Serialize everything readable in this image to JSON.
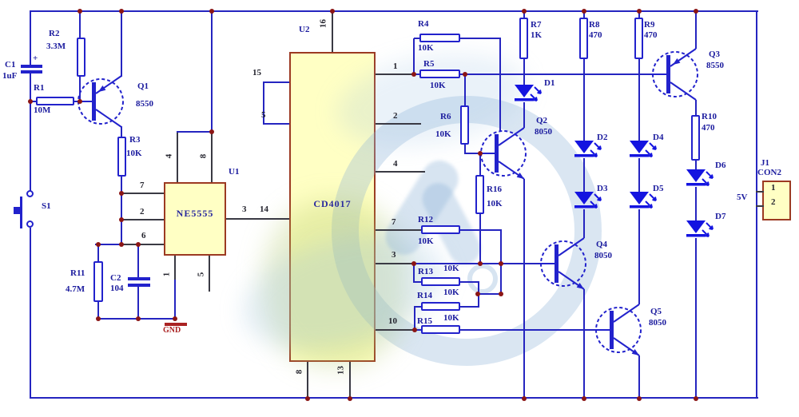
{
  "schematic": {
    "ground_label": "GND",
    "supply_label": "5V"
  },
  "ics": {
    "u1": {
      "ref": "U1",
      "part": "NE5555",
      "pins": {
        "p1": "1",
        "p2": "2",
        "p3": "3",
        "p4": "4",
        "p5": "5",
        "p6": "6",
        "p7": "7",
        "p8": "8"
      }
    },
    "u2": {
      "ref": "U2",
      "part": "CD4017",
      "pins": {
        "p1": "1",
        "p2": "2",
        "p3": "3",
        "p4": "4",
        "p5": "5",
        "p7": "7",
        "p8": "8",
        "p10": "10",
        "p13": "13",
        "p14": "14",
        "p15": "15",
        "p16": "16"
      }
    }
  },
  "resistors": {
    "r1": {
      "ref": "R1",
      "value": "10M"
    },
    "r2": {
      "ref": "R2",
      "value": "3.3M"
    },
    "r3": {
      "ref": "R3",
      "value": "10K"
    },
    "r4": {
      "ref": "R4",
      "value": "10K"
    },
    "r5": {
      "ref": "R5",
      "value": "10K"
    },
    "r6": {
      "ref": "R6",
      "value": "10K"
    },
    "r7": {
      "ref": "R7",
      "value": "1K"
    },
    "r8": {
      "ref": "R8",
      "value": "470"
    },
    "r9": {
      "ref": "R9",
      "value": "470"
    },
    "r10": {
      "ref": "R10",
      "value": "470"
    },
    "r11": {
      "ref": "R11",
      "value": "4.7M"
    },
    "r12": {
      "ref": "R12",
      "value": "10K"
    },
    "r13": {
      "ref": "R13",
      "value": "10K"
    },
    "r14": {
      "ref": "R14",
      "value": "10K"
    },
    "r15": {
      "ref": "R15",
      "value": "10K"
    },
    "r16": {
      "ref": "R16",
      "value": "10K"
    }
  },
  "capacitors": {
    "c1": {
      "ref": "C1",
      "value": "1uF",
      "polarity": "+"
    },
    "c2": {
      "ref": "C2",
      "value": "104"
    }
  },
  "transistors": {
    "q1": {
      "ref": "Q1",
      "value": "8550"
    },
    "q2": {
      "ref": "Q2",
      "value": "8050"
    },
    "q3": {
      "ref": "Q3",
      "value": "8550"
    },
    "q4": {
      "ref": "Q4",
      "value": "8050"
    },
    "q5": {
      "ref": "Q5",
      "value": "8050"
    }
  },
  "leds": {
    "d1": {
      "ref": "D1"
    },
    "d2": {
      "ref": "D2"
    },
    "d3": {
      "ref": "D3"
    },
    "d4": {
      "ref": "D4"
    },
    "d5": {
      "ref": "D5"
    },
    "d6": {
      "ref": "D6"
    },
    "d7": {
      "ref": "D7"
    }
  },
  "switch": {
    "ref": "S1"
  },
  "connector": {
    "ref": "J1",
    "part": "CON2",
    "pin1": "1",
    "pin2": "2"
  }
}
